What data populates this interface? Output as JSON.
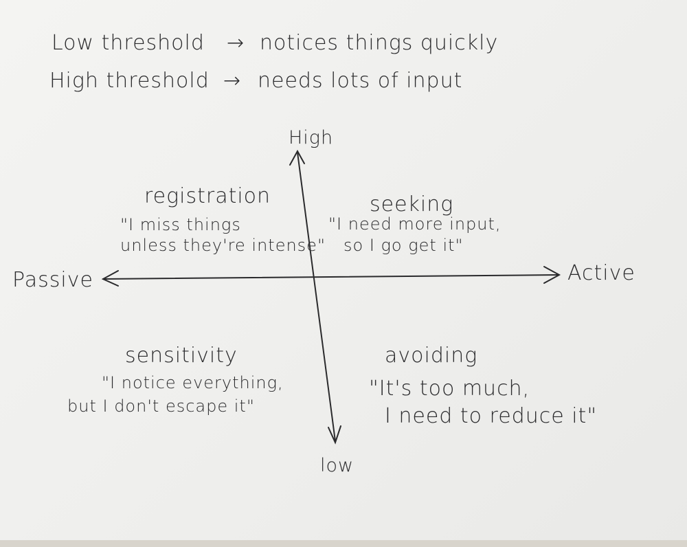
{
  "header": {
    "line1": {
      "left": "Low threshold",
      "arrow": "→",
      "right": "notices things quickly"
    },
    "line2": {
      "left": "High threshold",
      "arrow": "→",
      "right": "needs lots of input"
    }
  },
  "axes": {
    "top": "High",
    "bottom": "low",
    "left": "Passive",
    "right": "Active"
  },
  "quadrants": {
    "top_left": {
      "title": "registration",
      "quote_line1": "\"I miss things",
      "quote_line2": "unless they're intense\""
    },
    "top_right": {
      "title": "seeking",
      "quote_line1": "\"I need more input,",
      "quote_line2": "so I go get it\""
    },
    "bottom_left": {
      "title": "sensitivity",
      "quote_line1": "\"I notice everything,",
      "quote_line2": "but I don't escape it\""
    },
    "bottom_right": {
      "title": "avoiding",
      "quote_line1": "\"It's too much,",
      "quote_line2": "I need to reduce it\""
    }
  }
}
